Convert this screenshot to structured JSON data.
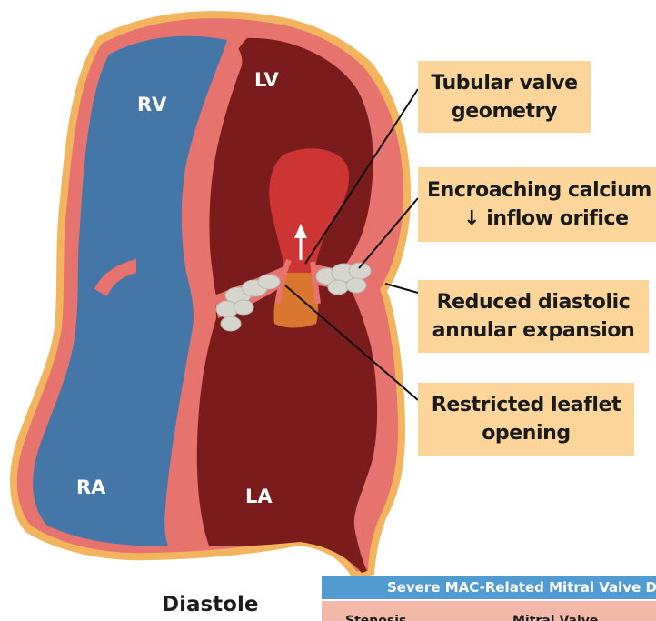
{
  "chambers": {
    "rv": "RV",
    "lv": "LV",
    "ra": "RA",
    "la": "LA"
  },
  "callouts": {
    "tubular": [
      "Tubular valve",
      "geometry"
    ],
    "calcium": [
      "Encroaching calcium",
      "↓ inflow orifice"
    ],
    "annular": [
      "Reduced diastolic",
      "annular expansion"
    ],
    "leaflet": [
      "Restricted leaflet",
      "opening"
    ]
  },
  "panel_title": "Diastole",
  "table": {
    "header": "Severe MAC-Related Mitral Valve Dysfunction",
    "col_1": "Stenosis",
    "col_2": "Mitral Valve"
  },
  "colors": {
    "outline": "#f2b45c",
    "wall": "#e6736d",
    "right_heart_blood": "#4576a8",
    "left_heart_blood": "#7a1c1c",
    "inflow_jet": "#cd3434",
    "calcium": "#d6d6cf",
    "callout_fill": "#fbd59a",
    "table_header": "#4f9bd2",
    "table_subheader": "#f2b9a8"
  }
}
